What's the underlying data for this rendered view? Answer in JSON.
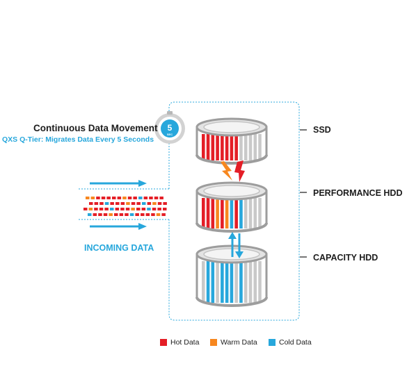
{
  "title": "Continuous Data Movement",
  "subtitle": "QXS Q-Tier: Migrates Data Every 5 Seconds",
  "timer": {
    "number": "5",
    "unit": "SEC",
    "icon": "stopwatch-icon"
  },
  "tiers": [
    {
      "label": "SSD",
      "pattern": [
        "hot",
        "hot",
        "hot",
        "hot",
        "hot",
        "hot",
        "hot",
        "hot",
        "grey",
        "grey",
        "grey",
        "grey",
        "grey"
      ]
    },
    {
      "label": "PERFORMANCE HDD",
      "pattern": [
        "hot",
        "hot",
        "hot",
        "warm",
        "hot",
        "warm",
        "cold",
        "hot",
        "cold",
        "grey",
        "grey",
        "grey",
        "grey"
      ]
    },
    {
      "label": "CAPACITY HDD",
      "pattern": [
        "grey",
        "cold",
        "cold",
        "grey",
        "cold",
        "cold",
        "cold",
        "grey",
        "cold",
        "grey",
        "grey",
        "grey",
        "grey"
      ]
    }
  ],
  "incoming_label": "INCOMING DATA",
  "legend": [
    {
      "label": "Hot Data",
      "color": "#e41e26"
    },
    {
      "label": "Warm Data",
      "color": "#f7871f"
    },
    {
      "label": "Cold Data",
      "color": "#27a7dc"
    }
  ],
  "colors": {
    "hot": "#e41e26",
    "warm": "#f7871f",
    "cold": "#27a7dc",
    "grey": "#c9c9c9",
    "outline": "#9d9d9d",
    "dark": "#1c1c1c",
    "accent": "#27a7dc"
  }
}
